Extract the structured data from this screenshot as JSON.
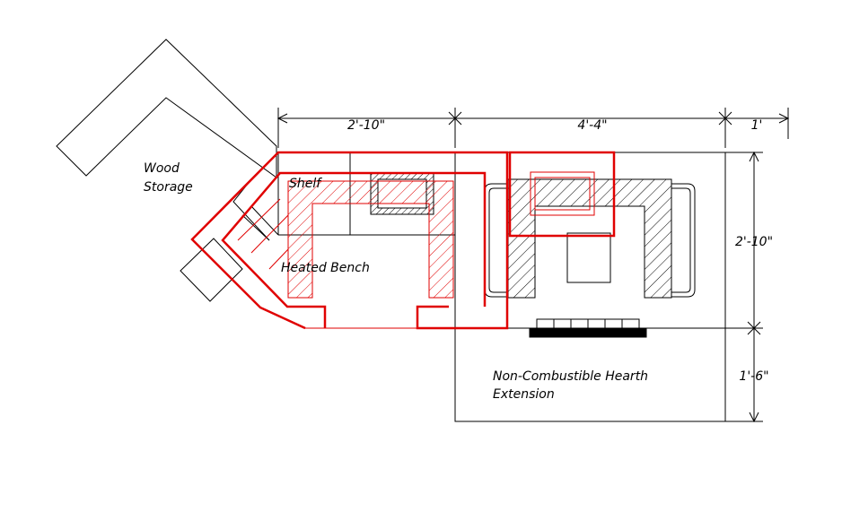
{
  "labels": {
    "wood_storage_line1": "Wood",
    "wood_storage_line2": "Storage",
    "shelf": "Shelf",
    "heated_bench": "Heated Bench",
    "hearth_line1": "Non-Combustible Hearth",
    "hearth_line2": "Extension"
  },
  "dimensions": {
    "top_left": "2'-10\"",
    "top_middle": "4'-4\"",
    "top_right": "1'",
    "right_upper": "2'-10\"",
    "right_lower": "1'-6\""
  },
  "colors": {
    "line": "#000000",
    "overlay": "#e00000",
    "background": "#ffffff"
  }
}
